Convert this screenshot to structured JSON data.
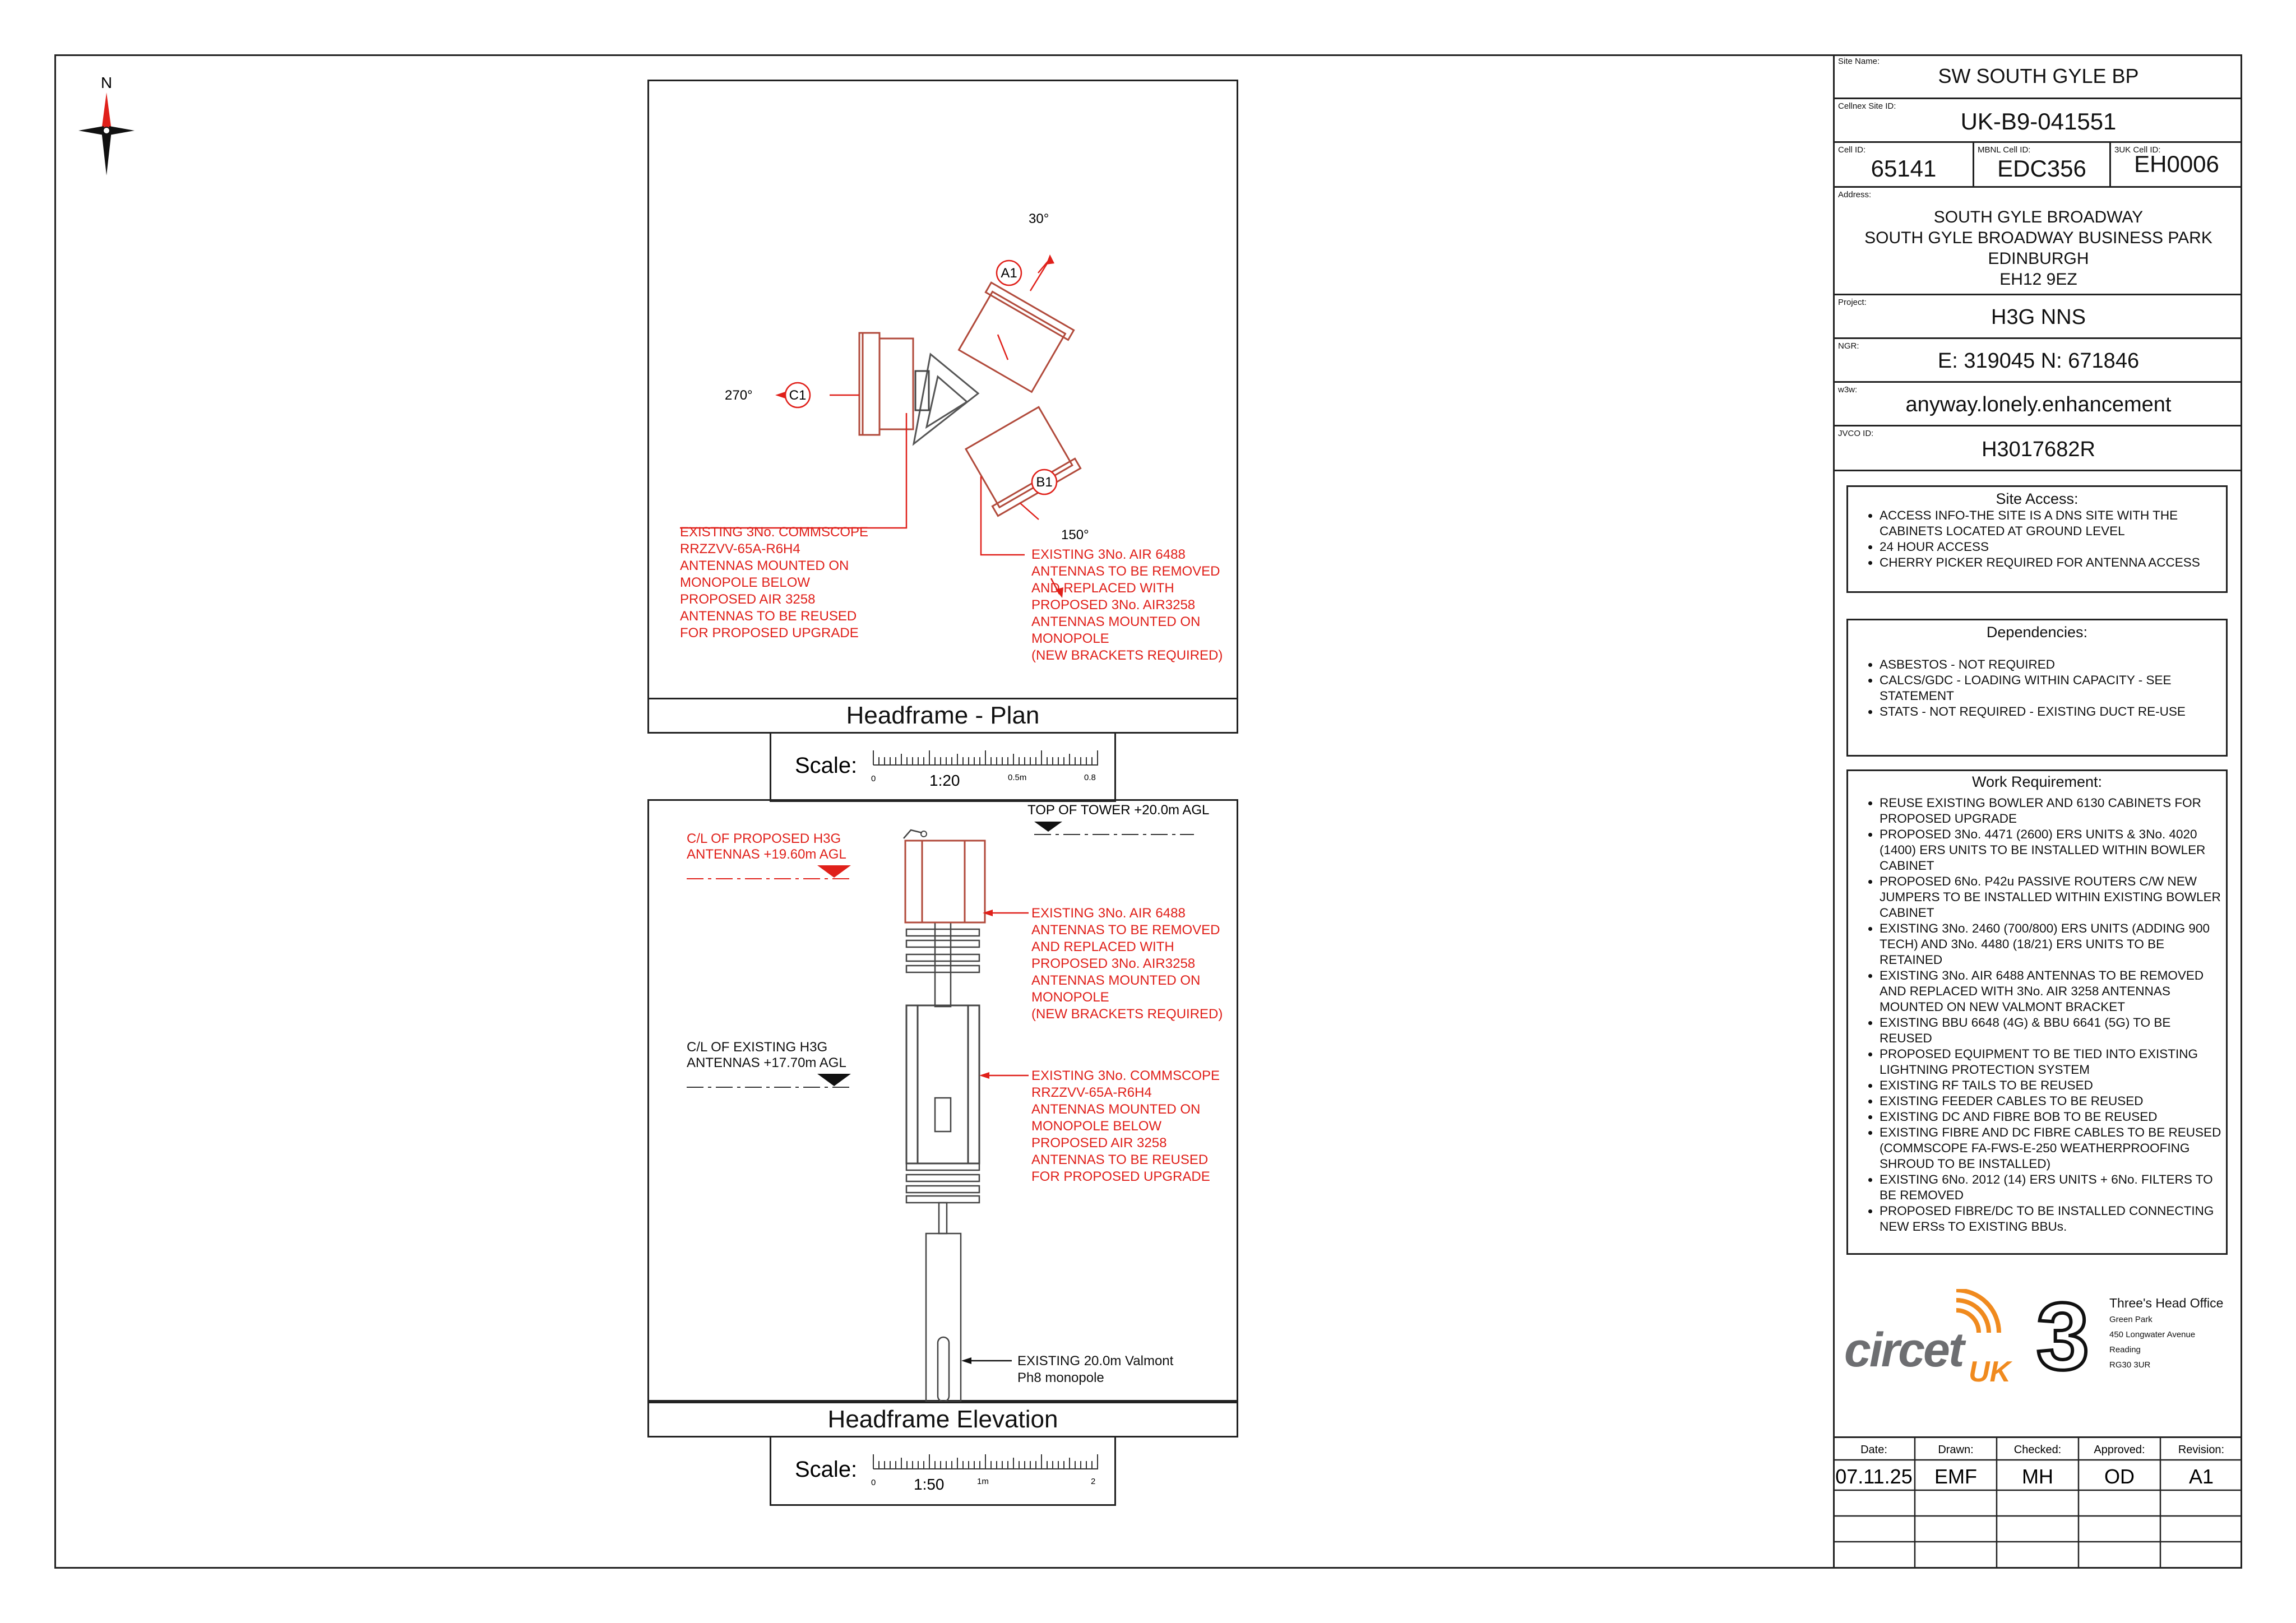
{
  "north": {
    "label": "N"
  },
  "plan": {
    "bearings": {
      "a1": "30°",
      "b1": "150°",
      "c1": "270°"
    },
    "sector_labels": {
      "a1": "A1",
      "b1": "B1",
      "c1": "C1"
    },
    "note_left": [
      "EXISTING 3No. COMMSCOPE",
      "RRZZVV-65A-R6H4",
      "ANTENNAS MOUNTED ON",
      "MONOPOLE BELOW",
      "PROPOSED AIR 3258",
      "ANTENNAS TO BE REUSED",
      "FOR PROPOSED UPGRADE"
    ],
    "note_right": [
      "EXISTING 3No. AIR 6488",
      "ANTENNAS TO BE REMOVED",
      "AND REPLACED WITH",
      "PROPOSED 3No. AIR3258",
      "ANTENNAS MOUNTED ON",
      "MONOPOLE",
      "(NEW BRACKETS REQUIRED)"
    ],
    "title": "Headframe - Plan",
    "scale": {
      "label": "Scale:",
      "ratio": "1:20",
      "ticks": [
        "0",
        "0.5m",
        "0.8"
      ]
    }
  },
  "elevation": {
    "top_of_tower": "TOP OF TOWER +20.0m AGL",
    "proposed_cl": [
      "C/L OF PROPOSED H3G",
      "ANTENNAS +19.60m AGL"
    ],
    "existing_cl": [
      "C/L OF EXISTING H3G",
      "ANTENNAS +17.70m AGL"
    ],
    "note_air": [
      "EXISTING 3No. AIR 6488",
      "ANTENNAS TO BE REMOVED",
      "AND REPLACED WITH",
      "PROPOSED 3No. AIR3258",
      "ANTENNAS MOUNTED ON",
      "MONOPOLE",
      "(NEW BRACKETS REQUIRED)"
    ],
    "note_commscope": [
      "EXISTING 3No. COMMSCOPE",
      "RRZZVV-65A-R6H4",
      "ANTENNAS MOUNTED ON",
      "MONOPOLE BELOW",
      "PROPOSED AIR 3258",
      "ANTENNAS TO BE REUSED",
      "FOR PROPOSED UPGRADE"
    ],
    "note_monopole": [
      "EXISTING 20.0m Valmont",
      "Ph8 monopole"
    ],
    "title": "Headframe Elevation",
    "scale": {
      "label": "Scale:",
      "ratio": "1:50",
      "ticks": [
        "0",
        "1m",
        "2"
      ]
    }
  },
  "title_block": {
    "site_name": {
      "label": "Site Name:",
      "value": "SW SOUTH GYLE BP"
    },
    "cellnex_id": {
      "label": "Cellnex Site ID:",
      "value": "UK-B9-041551"
    },
    "cell_id": {
      "label": "Cell ID:",
      "value": "65141"
    },
    "mbnl_cell_id": {
      "label": "MBNL Cell ID:",
      "value": "EDC356"
    },
    "uk3_cell_id": {
      "label": "3UK Cell ID:",
      "value": "EH0006"
    },
    "address": {
      "label": "Address:",
      "lines": [
        "SOUTH GYLE BROADWAY",
        "SOUTH GYLE BROADWAY BUSINESS PARK",
        "EDINBURGH",
        "EH12 9EZ"
      ]
    },
    "project": {
      "label": "Project:",
      "value": "H3G NNS"
    },
    "ngr": {
      "label": "NGR:",
      "value": "E: 319045  N: 671846"
    },
    "w3w": {
      "label": "w3w:",
      "value": "anyway.lonely.enhancement"
    },
    "jvco": {
      "label": "JVCO ID:",
      "value": "H3017682R"
    }
  },
  "site_access": {
    "title": "Site Access:",
    "items": [
      "ACCESS INFO-THE SITE IS A DNS SITE WITH THE CABINETS LOCATED AT GROUND LEVEL",
      "24 HOUR ACCESS",
      "CHERRY PICKER REQUIRED FOR ANTENNA ACCESS"
    ]
  },
  "dependencies": {
    "title": "Dependencies:",
    "items": [
      "ASBESTOS - NOT REQUIRED",
      "CALCS/GDC - LOADING WITHIN CAPACITY - SEE STATEMENT",
      "STATS - NOT REQUIRED - EXISTING DUCT RE-USE"
    ]
  },
  "work_requirement": {
    "title": "Work Requirement:",
    "items": [
      "REUSE EXISTING BOWLER AND 6130 CABINETS FOR PROPOSED UPGRADE",
      "PROPOSED 3No. 4471 (2600) ERS UNITS & 3No. 4020 (1400) ERS UNITS TO BE INSTALLED WITHIN BOWLER CABINET",
      "PROPOSED 6No. P42u PASSIVE ROUTERS C/W NEW JUMPERS TO BE INSTALLED WITHIN EXISTING BOWLER CABINET",
      "EXISTING 3No. 2460 (700/800) ERS UNITS (ADDING 900 TECH) AND 3No. 4480 (18/21) ERS UNITS TO BE RETAINED",
      "EXISTING 3No. AIR 6488 ANTENNAS TO BE REMOVED AND REPLACED WITH 3No. AIR 3258 ANTENNAS MOUNTED ON NEW VALMONT BRACKET",
      "EXISTING BBU 6648 (4G) & BBU 6641 (5G) TO BE REUSED",
      "PROPOSED EQUIPMENT TO BE TIED INTO EXISTING LIGHTNING PROTECTION SYSTEM",
      "EXISTING RF TAILS TO BE REUSED",
      "EXISTING FEEDER CABLES TO BE REUSED",
      "EXISTING DC AND FIBRE BOB TO BE REUSED",
      "EXISTING FIBRE AND DC FIBRE CABLES TO BE REUSED (COMMSCOPE FA-FWS-E-250 WEATHERPROOFING SHROUD TO BE INSTALLED)",
      "EXISTING 6No. 2012 (14) ERS UNITS + 6No. FILTERS TO BE REMOVED",
      "PROPOSED FIBRE/DC TO BE INSTALLED CONNECTING NEW ERSs TO EXISTING BBUs."
    ]
  },
  "logos": {
    "circet": "circet",
    "circet_uk": "UK",
    "three": "3",
    "head_office": {
      "title": "Three's Head Office",
      "lines": [
        "Green Park",
        "450 Longwater Avenue",
        "Reading",
        "RG30 3UR"
      ]
    }
  },
  "revision": {
    "headers": [
      "Date:",
      "Drawn:",
      "Checked:",
      "Approved:",
      "Revision:"
    ],
    "values": [
      "07.11.25",
      "EMF",
      "MH",
      "OD",
      "A1"
    ]
  },
  "colors": {
    "annotation": "#e0201a",
    "line": "#222222"
  }
}
